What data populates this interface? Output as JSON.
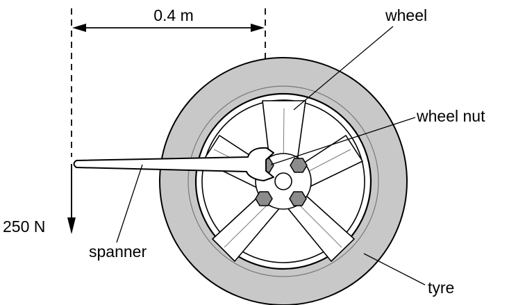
{
  "labels": {
    "distance": "0.4 m",
    "force": "250 N",
    "wheel": "wheel",
    "wheel_nut": "wheel nut",
    "spanner": "spanner",
    "tyre": "tyre"
  },
  "colors": {
    "line": "#000000",
    "tyre": "#c8c8c8",
    "rim": "#ffffff",
    "nut": "#8c8c8c",
    "spanner": "#ffffff"
  }
}
